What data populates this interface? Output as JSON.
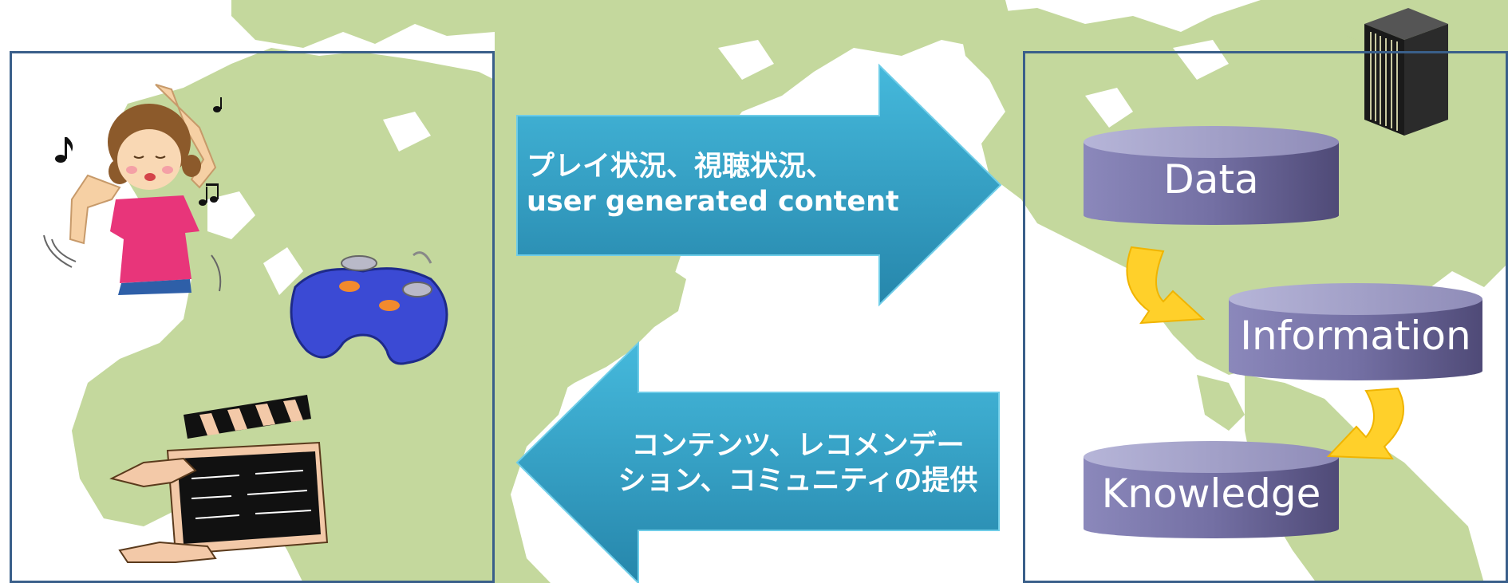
{
  "arrows": {
    "to_server": {
      "line1": "プレイ状況、視聴状況、",
      "line2": "user generated content"
    },
    "to_user": {
      "line1": "コンテンツ、レコメンデー",
      "line2": "ション、コミュニティの提供"
    }
  },
  "layers": {
    "data": "Data",
    "information": "Information",
    "knowledge": "Knowledge"
  },
  "colors": {
    "map_land": "#c4d89d",
    "panel_border": "#3a5f8a",
    "arrow_light": "#3fb3d8",
    "arrow_dark": "#2a8bb0",
    "cylinder_light": "#a3a3cf",
    "cylinder_dark": "#5b5684",
    "process_arrow": "#ffd02a"
  },
  "icons": [
    "dancing-girl-icon",
    "music-notes-icon",
    "gamepad-icon",
    "clapperboard-icon",
    "server-rack-icon",
    "curved-arrow-icon"
  ]
}
